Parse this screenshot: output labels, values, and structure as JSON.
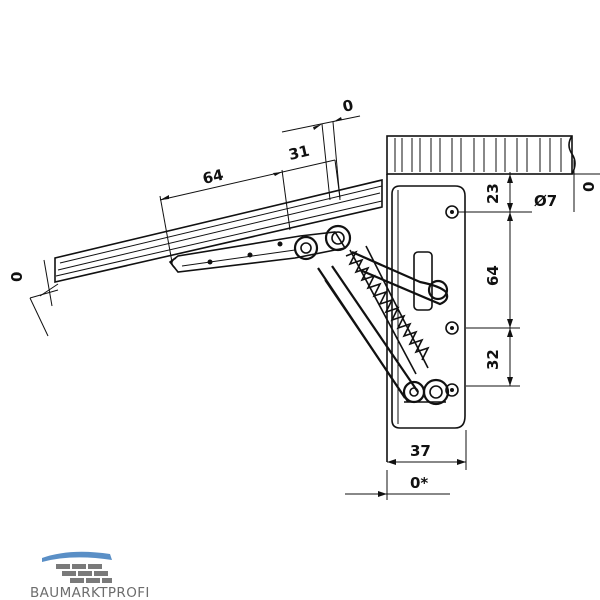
{
  "dimensions": {
    "d64_top": "64",
    "d31_top": "31",
    "d0_top": "0",
    "d0_left": "0",
    "d23": "23",
    "d_dia7": "Ø7",
    "d64_right": "64",
    "d32": "32",
    "d0_right": "0",
    "d37": "37",
    "d0_bottom": "0*"
  },
  "logo": {
    "text": "BAUMARKTPROFI",
    "colors": {
      "bar": "#5a8fc6",
      "bricks": "#7a7a7a"
    }
  }
}
